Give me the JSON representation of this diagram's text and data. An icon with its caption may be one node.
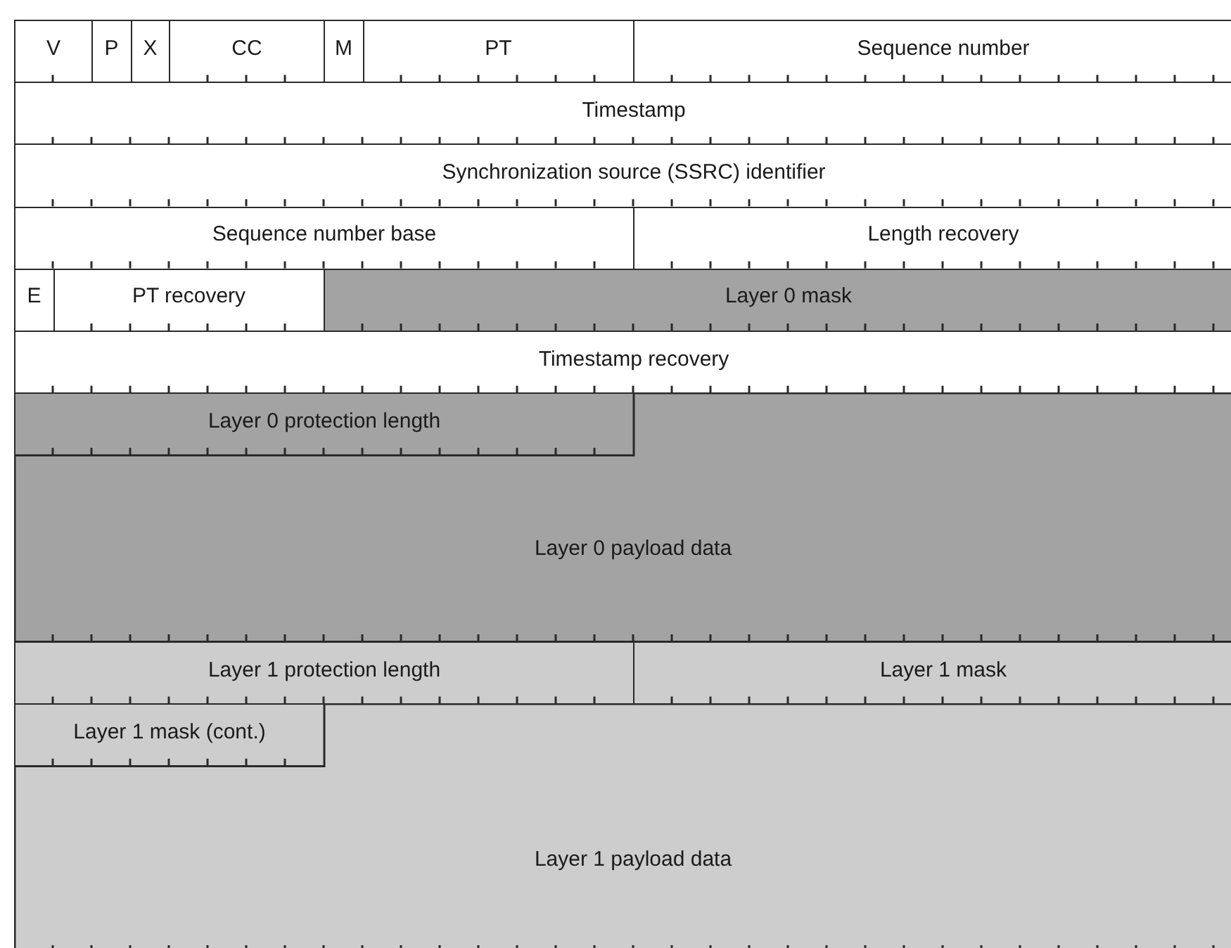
{
  "diagram": {
    "nodes": [
      {
        "text": [
          "V"
        ]
      },
      {
        "text": [
          "P"
        ]
      },
      {
        "text": [
          "X"
        ]
      },
      {
        "text": [
          "CC"
        ]
      },
      {
        "text": [
          "M"
        ]
      },
      {
        "text": [
          "PT"
        ]
      },
      {
        "text": [
          "Sequence number"
        ]
      },
      {
        "text": [
          "Timestamp"
        ]
      },
      {
        "text": [
          "Synchronization source (SSRC) identifier"
        ]
      },
      {
        "text": [
          "Sequence number base"
        ]
      },
      {
        "text": [
          "Length recovery"
        ]
      },
      {
        "text": [
          "E"
        ]
      },
      {
        "text": [
          "PT recovery"
        ]
      },
      {
        "text": [
          "Layer 0 mask"
        ]
      },
      {
        "text": [
          "Timestamp recovery"
        ]
      },
      {
        "text": [
          "Layer 0 protection length"
        ]
      },
      {
        "text": [
          "Layer 0 payload data"
        ]
      },
      {
        "text": [
          "Layer 1 protection length"
        ]
      },
      {
        "text": [
          "Layer 1 mask"
        ]
      },
      {
        "text": [
          "Layer 1 mask (cont.)"
        ]
      },
      {
        "text": [
          "Layer 1 payload data"
        ]
      }
    ]
  }
}
